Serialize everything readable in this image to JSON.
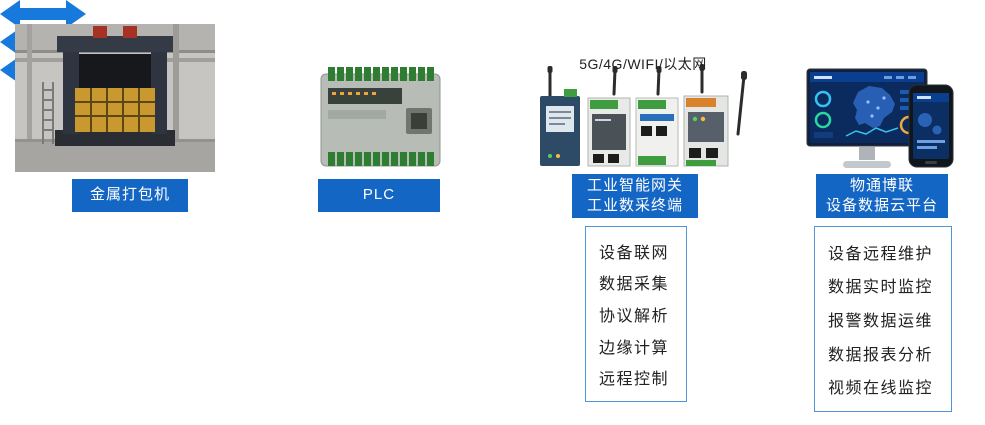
{
  "nodes": {
    "baler": {
      "label": "金属打包机"
    },
    "plc": {
      "label": "PLC"
    },
    "gateway": {
      "label_line1": "工业智能网关",
      "label_line2": "工业数采终端",
      "connectivity_label": "5G/4G/WIFI/以太网",
      "features": [
        "设备联网",
        "数据采集",
        "协议解析",
        "边缘计算",
        "远程控制"
      ]
    },
    "platform": {
      "label_line1": "物通博联",
      "label_line2": "设备数据云平台",
      "features": [
        "设备远程维护",
        "数据实时监控",
        "报警数据运维",
        "数据报表分析",
        "视频在线监控"
      ]
    }
  },
  "colors": {
    "node_label_bg": "#1366c4",
    "arrow_blue": "#1879dd",
    "feature_border": "#4f95d9",
    "feature_text": "#222222"
  }
}
